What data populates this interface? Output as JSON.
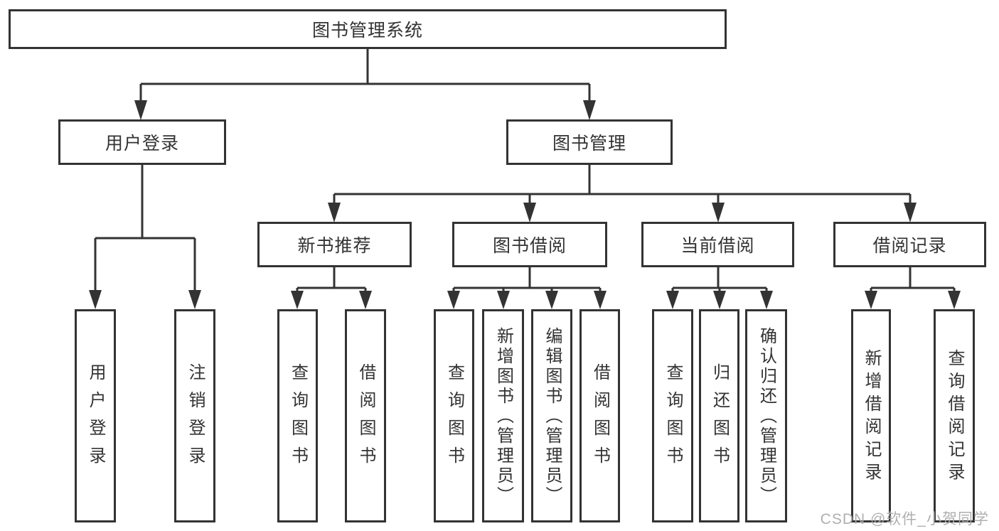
{
  "diagram": {
    "title": "图书管理系统",
    "type": "hierarchy-tree",
    "colors": {
      "line": "#333333",
      "text": "#333333",
      "box_background": "#ffffff",
      "watermark": "#ababab"
    },
    "nodes": {
      "root": {
        "label": "图书管理系统"
      },
      "user_login": {
        "label": "用户登录"
      },
      "book_mgmt": {
        "label": "图书管理"
      },
      "new_book": {
        "label": "新书推荐"
      },
      "book_borrow": {
        "label": "图书借阅"
      },
      "current_borrow": {
        "label": "当前借阅"
      },
      "borrow_record": {
        "label": "借阅记录"
      },
      "u1": {
        "label": "用户登录"
      },
      "u2": {
        "label": "注销登录"
      },
      "n1": {
        "label": "查询图书"
      },
      "n2": {
        "label": "借阅图书"
      },
      "b1": {
        "label": "查询图书"
      },
      "b2": {
        "label": "新增图书（管理员）"
      },
      "b3": {
        "label": "编辑图书（管理员）"
      },
      "b4": {
        "label": "借阅图书"
      },
      "c1": {
        "label": "查询图书"
      },
      "c2": {
        "label": "归还图书"
      },
      "c3": {
        "label": "确认归还（管理员）"
      },
      "r1": {
        "label": "新增借阅记录"
      },
      "r2": {
        "label": "查询借阅记录"
      }
    },
    "edges": [
      [
        "图书管理系统",
        "用户登录"
      ],
      [
        "图书管理系统",
        "图书管理"
      ],
      [
        "用户登录",
        "用户登录"
      ],
      [
        "用户登录",
        "注销登录"
      ],
      [
        "图书管理",
        "新书推荐"
      ],
      [
        "图书管理",
        "图书借阅"
      ],
      [
        "图书管理",
        "当前借阅"
      ],
      [
        "图书管理",
        "借阅记录"
      ],
      [
        "新书推荐",
        "查询图书"
      ],
      [
        "新书推荐",
        "借阅图书"
      ],
      [
        "图书借阅",
        "查询图书"
      ],
      [
        "图书借阅",
        "新增图书（管理员）"
      ],
      [
        "图书借阅",
        "编辑图书（管理员）"
      ],
      [
        "图书借阅",
        "借阅图书"
      ],
      [
        "当前借阅",
        "查询图书"
      ],
      [
        "当前借阅",
        "归还图书"
      ],
      [
        "当前借阅",
        "确认归还（管理员）"
      ],
      [
        "借阅记录",
        "新增借阅记录"
      ],
      [
        "借阅记录",
        "查询借阅记录"
      ]
    ]
  },
  "watermark": {
    "text": "CSDN @软件_小贺同学"
  }
}
